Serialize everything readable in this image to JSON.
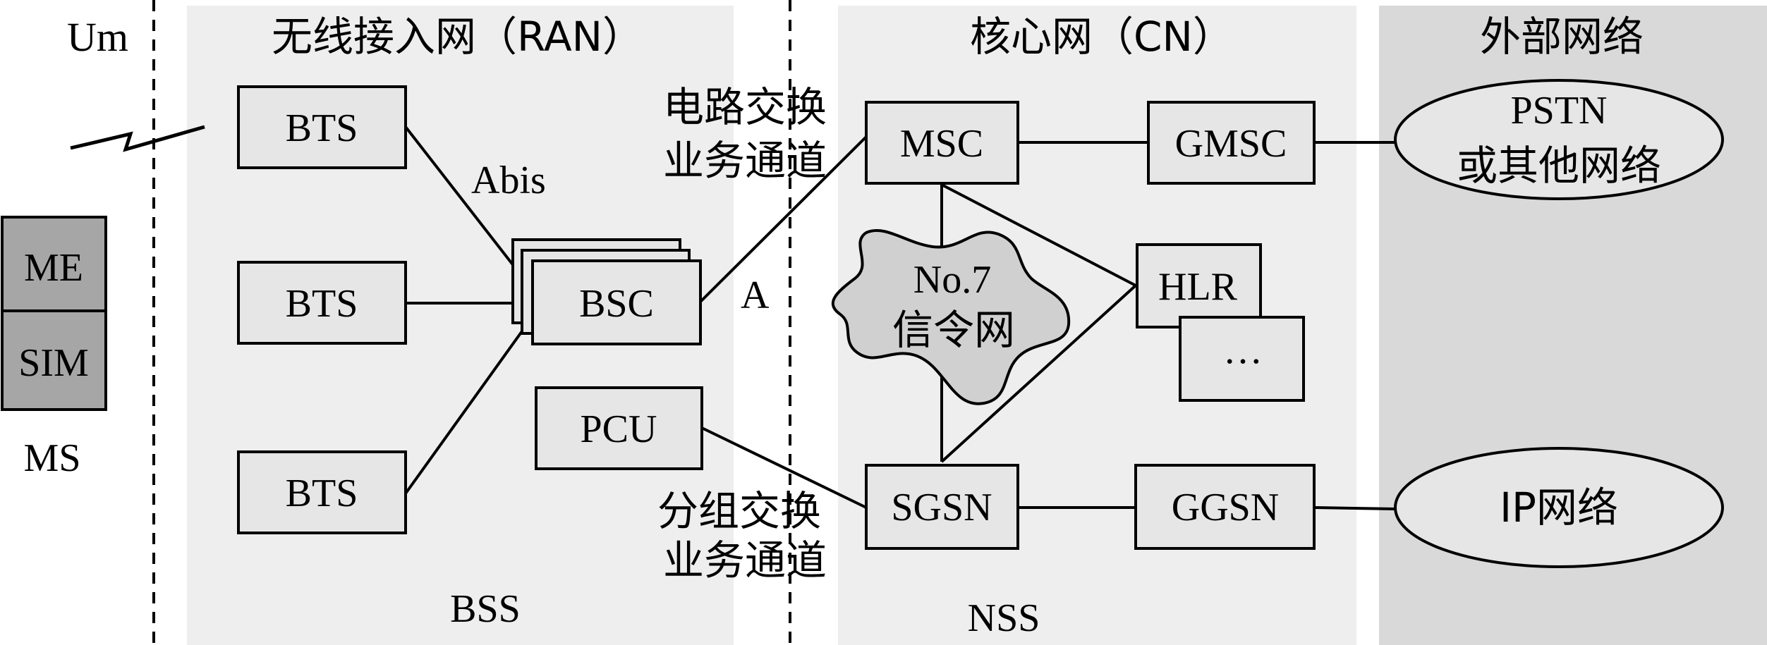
{
  "regions": {
    "um": "Um",
    "ran": "无线接入网（RAN）",
    "cn": "核心网（CN）",
    "external": "外部网络",
    "bss": "BSS",
    "nss": "NSS",
    "ms": "MS"
  },
  "ms": {
    "me": "ME",
    "sim": "SIM"
  },
  "nodes": {
    "bts1": "BTS",
    "bts2": "BTS",
    "bts3": "BTS",
    "bsc": "BSC",
    "pcu": "PCU",
    "msc": "MSC",
    "gmsc": "GMSC",
    "hlr": "HLR",
    "ellipsis": "…",
    "sgsn": "SGSN",
    "ggsn": "GGSN"
  },
  "signaling": {
    "line1": "No.7",
    "line2": "信令网"
  },
  "external": {
    "pstn_line1": "PSTN",
    "pstn_line2": "或其他网络",
    "ip": "IP网络"
  },
  "interfaces": {
    "abis": "Abis",
    "a": "A"
  },
  "channels": {
    "cs_line1": "电路交换",
    "cs_line2": "业务通道",
    "ps_line1": "分组交换",
    "ps_line2": "业务通道"
  },
  "colors": {
    "region_light": "#eeeeee",
    "region_external": "#d9d9d9",
    "ms_fill": "#a6a6a6",
    "node_fill": "#e6e6e6",
    "cloud_fill": "#d0d0d0",
    "stroke": "#000000"
  }
}
